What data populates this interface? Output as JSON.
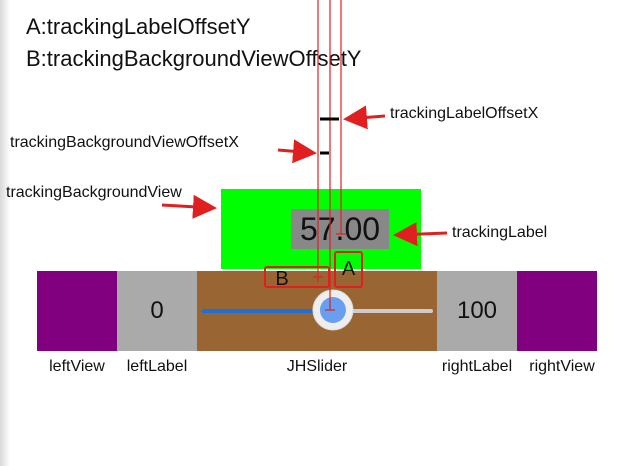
{
  "legend": {
    "a": "A:trackingLabelOffsetY",
    "b": "B:trackingBackgroundViewOffsetY"
  },
  "annotations": {
    "label_offset_x": "trackingLabelOffsetX",
    "background_offset_x": "trackingBackgroundViewOffsetX",
    "background_view": "trackingBackgroundView",
    "tracking_label": "trackingLabel"
  },
  "slider": {
    "tracking_value": "57.00",
    "left_value": "0",
    "right_value": "100",
    "box_a": "A",
    "box_b": "B",
    "progress_fraction": 0.57
  },
  "bottom_labels": {
    "left_view": "leftView",
    "left_label": "leftLabel",
    "slider": "JHSlider",
    "right_label": "rightLabel",
    "right_view": "rightView"
  },
  "colors": {
    "purple": "#800080",
    "gray": "#aaaaaa",
    "brown": "#996633",
    "green": "#00ff00",
    "tracking_label_bg": "#888888",
    "red": "#e02020",
    "blue": "#1e6fd9",
    "thumb": "#6a9ff0"
  }
}
